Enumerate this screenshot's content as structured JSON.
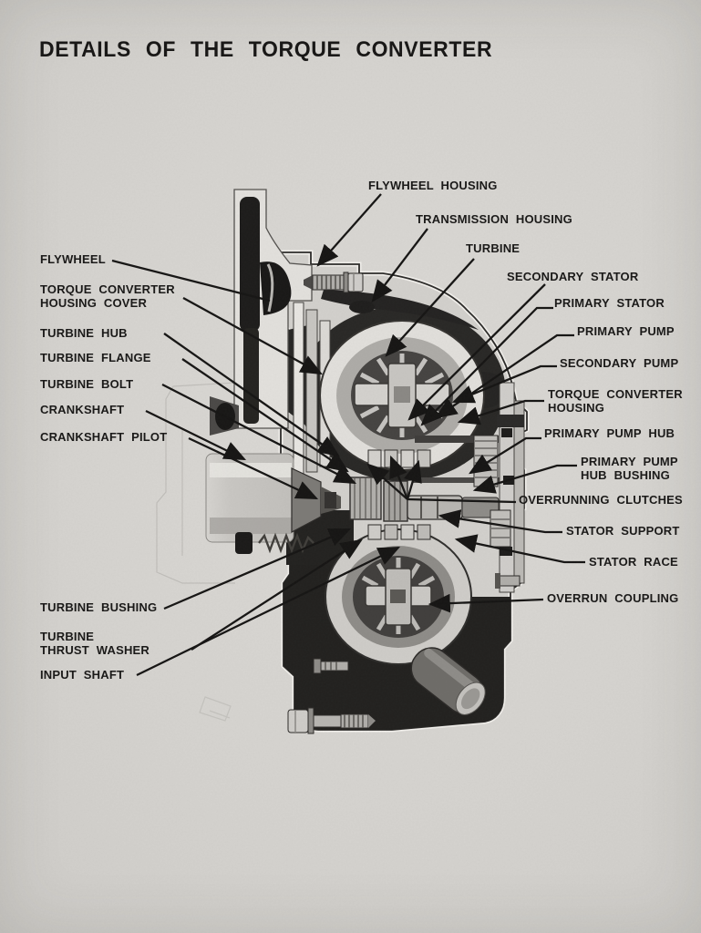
{
  "page": {
    "title": "DETAILS OF THE TORQUE CONVERTER"
  },
  "figure": {
    "type": "cutaway-photograph",
    "subject": "torque converter cross-section",
    "ink_color": "#1b1a19",
    "paper_color": "#d6d4d0"
  },
  "callouts": {
    "flywheel_housing": "FLYWHEEL HOUSING",
    "transmission_housing": "TRANSMISSION HOUSING",
    "turbine": "TURBINE",
    "secondary_stator": "SECONDARY STATOR",
    "primary_stator": "PRIMARY STATOR",
    "primary_pump": "PRIMARY PUMP",
    "secondary_pump": "SECONDARY PUMP",
    "torque_converter_housing": "TORQUE CONVERTER HOUSING",
    "primary_pump_hub": "PRIMARY PUMP HUB",
    "primary_pump_hub_bushing": "PRIMARY PUMP HUB BUSHING",
    "overrunning_clutches": "OVERRUNNING CLUTCHES",
    "stator_support": "STATOR SUPPORT",
    "stator_race": "STATOR RACE",
    "overrun_coupling": "OVERRUN COUPLING",
    "flywheel": "FLYWHEEL",
    "torque_converter_housing_cover": "TORQUE CONVERTER HOUSING COVER",
    "turbine_hub": "TURBINE HUB",
    "turbine_flange": "TURBINE FLANGE",
    "turbine_bolt": "TURBINE BOLT",
    "crankshaft": "CRANKSHAFT",
    "crankshaft_pilot": "CRANKSHAFT PILOT",
    "turbine_bushing": "TURBINE BUSHING",
    "turbine_thrust_washer": "TURBINE THRUST WASHER",
    "input_shaft": "INPUT SHAFT"
  }
}
